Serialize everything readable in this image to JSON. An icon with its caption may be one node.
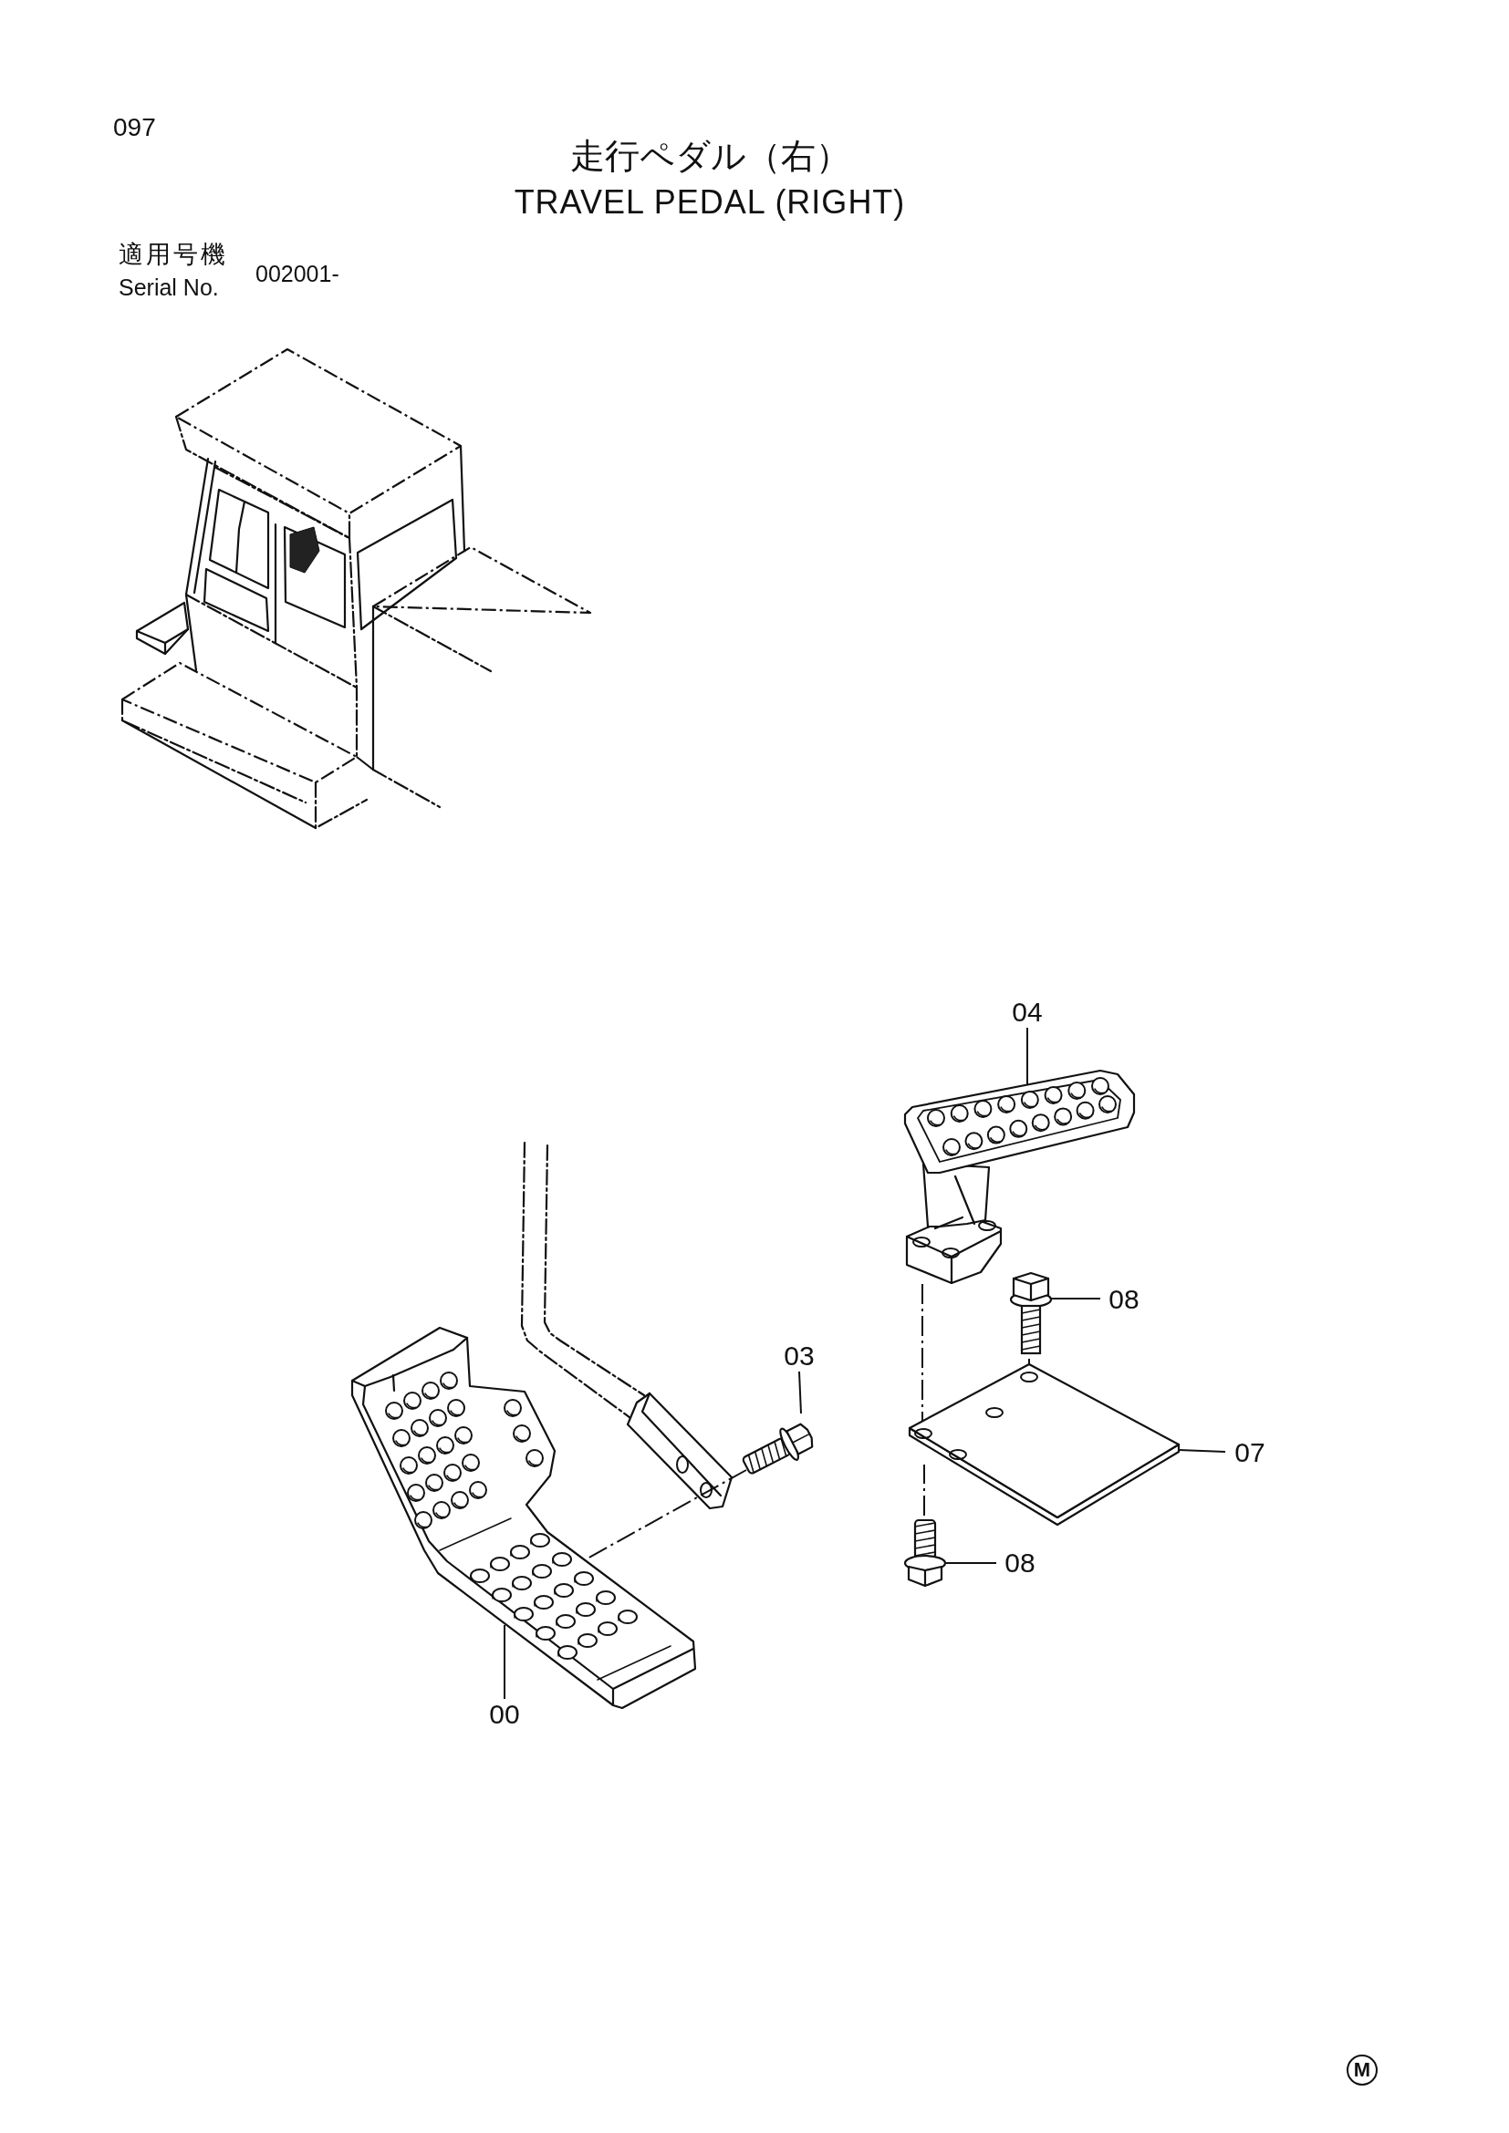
{
  "diagram": {
    "title": "走行ペダル（右）",
    "nodes": [
      {
        "text": [
          "04"
        ]
      },
      {
        "text": [],
        "shape": "picture"
      },
      {
        "text": [
          "08"
        ]
      },
      {
        "text": [],
        "shape": "picture"
      },
      {
        "text": [
          "03"
        ]
      },
      {
        "text": [],
        "shape": "picture"
      },
      {
        "text": [
          "07"
        ]
      },
      {
        "text": [],
        "shape": "picture"
      },
      {
        "text": [
          "08"
        ]
      },
      {
        "text": [],
        "shape": "picture"
      },
      {
        "text": [
          "00"
        ]
      },
      {
        "text": [],
        "shape": "picture"
      }
    ],
    "edges": [
      {
        "from": 0,
        "to": 1,
        "arrow": "none"
      },
      {
        "from": 2,
        "to": 3,
        "arrow": "none"
      },
      {
        "from": 4,
        "to": 5,
        "arrow": "none"
      },
      {
        "from": 6,
        "to": 7,
        "arrow": "none"
      },
      {
        "from": 8,
        "to": 9,
        "arrow": "none"
      },
      {
        "from": 10,
        "to": 11,
        "arrow": "none"
      },
      {
        "from": 5,
        "to": 11,
        "arrow": "none",
        "style": "dashed"
      },
      {
        "from": 1,
        "to": 7,
        "arrow": "none",
        "style": "dashed"
      },
      {
        "from": 3,
        "to": 7,
        "arrow": "none",
        "style": "dashed"
      },
      {
        "from": 9,
        "to": 7,
        "arrow": "none",
        "style": "dashed"
      }
    ],
    "labels": [
      "097",
      "TRAVEL PEDAL (RIGHT)",
      "適用号機",
      "Serial No.",
      "002001-",
      "M"
    ]
  }
}
